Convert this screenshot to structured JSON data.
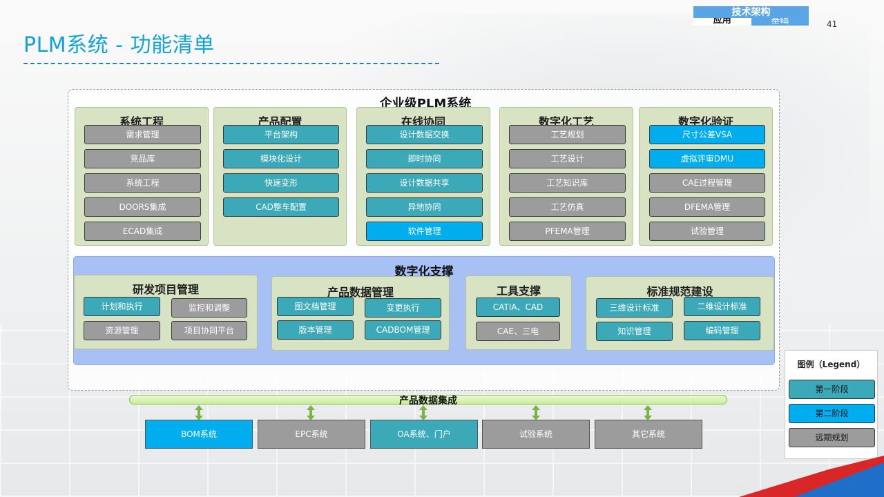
{
  "header": {
    "title": "PLM系统 - 功能清单",
    "tab_top": "技术架构",
    "tab_app": "应用",
    "tab_base": "基础",
    "page_number": "41"
  },
  "enterprise": {
    "title": "企业级PLM系统",
    "groups": [
      {
        "title": "系统工程",
        "items": [
          {
            "label": "需求管理",
            "status": "远期规划"
          },
          {
            "label": "竞品库",
            "status": "远期规划"
          },
          {
            "label": "系统工程",
            "status": "远期规划"
          },
          {
            "label": "DOORS集成",
            "status": "远期规划"
          },
          {
            "label": "ECAD集成",
            "status": "远期规划"
          }
        ]
      },
      {
        "title": "产品配置",
        "items": [
          {
            "label": "平台架构",
            "status": "第一阶段"
          },
          {
            "label": "模块化设计",
            "status": "第一阶段"
          },
          {
            "label": "快速变形",
            "status": "第一阶段"
          },
          {
            "label": "CAD整车配置",
            "status": "第一阶段"
          }
        ]
      },
      {
        "title": "在线协同",
        "items": [
          {
            "label": "设计数据交换",
            "status": "第一阶段"
          },
          {
            "label": "即时协同",
            "status": "第一阶段"
          },
          {
            "label": "设计数据共享",
            "status": "第一阶段"
          },
          {
            "label": "异地协同",
            "status": "第一阶段"
          },
          {
            "label": "软件管理",
            "status": "第二阶段"
          }
        ]
      },
      {
        "title": "数字化工艺",
        "items": [
          {
            "label": "工艺规划",
            "status": "远期规划"
          },
          {
            "label": "工艺设计",
            "status": "远期规划"
          },
          {
            "label": "工艺知识库",
            "status": "远期规划"
          },
          {
            "label": "工艺仿真",
            "status": "远期规划"
          },
          {
            "label": "PFEMA管理",
            "status": "远期规划"
          }
        ]
      },
      {
        "title": "数字化验证",
        "items": [
          {
            "label": "尺寸公差VSA",
            "status": "第二阶段"
          },
          {
            "label": "虚拟评审DMU",
            "status": "第二阶段"
          },
          {
            "label": "CAE过程管理",
            "status": "远期规划"
          },
          {
            "label": "DFEMA管理",
            "status": "远期规划"
          },
          {
            "label": "试验管理",
            "status": "远期规划"
          }
        ]
      }
    ]
  },
  "support": {
    "title": "数字化支撑",
    "groups": [
      {
        "title": "研发项目管理",
        "items": [
          {
            "label": "计划和执行",
            "status": "第一阶段"
          },
          {
            "label": "监控和调整",
            "status": "远期规划"
          },
          {
            "label": "资源管理",
            "status": "远期规划"
          },
          {
            "label": "项目协同平台",
            "status": "远期规划"
          }
        ]
      },
      {
        "title": "产品数据管理",
        "items": [
          {
            "label": "图文档管理",
            "status": "第一阶段"
          },
          {
            "label": "变更执行",
            "status": "第一阶段"
          },
          {
            "label": "版本管理",
            "status": "第一阶段"
          },
          {
            "label": "CADBOM管理",
            "status": "第一阶段"
          }
        ]
      },
      {
        "title": "工具支撑",
        "items": [
          {
            "label": "CATIA、CAD",
            "status": "第一阶段"
          },
          {
            "label": "CAE、三电",
            "status": "远期规划"
          }
        ]
      },
      {
        "title": "标准规范建设",
        "items": [
          {
            "label": "三维设计标准",
            "status": "第一阶段"
          },
          {
            "label": "二维设计标准",
            "status": "第一阶段"
          },
          {
            "label": "知识管理",
            "status": "第一阶段"
          },
          {
            "label": "编码管理",
            "status": "第一阶段"
          }
        ]
      }
    ]
  },
  "integration": {
    "title": "产品数据集成",
    "systems": [
      {
        "label": "BOM系统",
        "status": "第二阶段"
      },
      {
        "label": "EPC系统",
        "status": "远期规划"
      },
      {
        "label": "OA系统、门户",
        "status": "第一阶段"
      },
      {
        "label": "试验系统",
        "status": "远期规划"
      },
      {
        "label": "其它系统",
        "status": "远期规划"
      }
    ]
  },
  "legend": {
    "title": "图例（Legend）",
    "items": [
      {
        "label": "第一阶段",
        "color": "#3ca9b9"
      },
      {
        "label": "第二阶段",
        "color": "#00aeef"
      },
      {
        "label": "远期规划",
        "color": "#9c9c9c"
      }
    ]
  },
  "colors": {
    "phase1": "#3ca9b9",
    "phase2": "#00aeef",
    "future": "#9c9c9c",
    "title_blue": "#13a3d6",
    "group_bg": "#d8e3c3",
    "support_bg": "#a8c1f5",
    "arrow_green": "#7cb342"
  }
}
